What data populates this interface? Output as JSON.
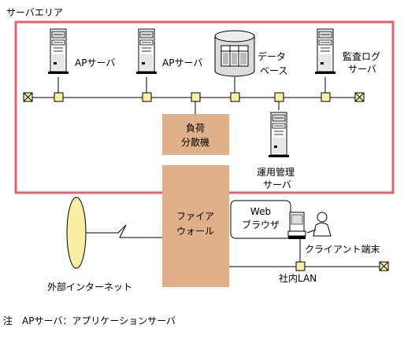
{
  "server_area": {
    "title": "サーバエリア",
    "border_color": "#e8606a"
  },
  "servers": {
    "ap1": "APサーバ",
    "ap2": "APサーバ",
    "db_line1": "データ",
    "db_line2": "ベース",
    "audit_line1": "監査ログ",
    "audit_line2": "サーバ",
    "ops_line1": "運用管理",
    "ops_line2": "サーバ"
  },
  "load_balancer": {
    "line1": "負荷",
    "line2": "分散機",
    "fill": "#dfb08a"
  },
  "firewall": {
    "line1": "ファイア",
    "line2": "ウォール",
    "fill": "#dfb08a"
  },
  "internet": {
    "label": "外部インターネット",
    "fill": "#f7f0a2"
  },
  "client": {
    "browser_line1": "Web",
    "browser_line2": "ブラウザ",
    "terminal_label": "クライアント端末"
  },
  "lan": {
    "label": "社内LAN"
  },
  "footnote": "注　APサーバ：アプリケーションサーバ"
}
